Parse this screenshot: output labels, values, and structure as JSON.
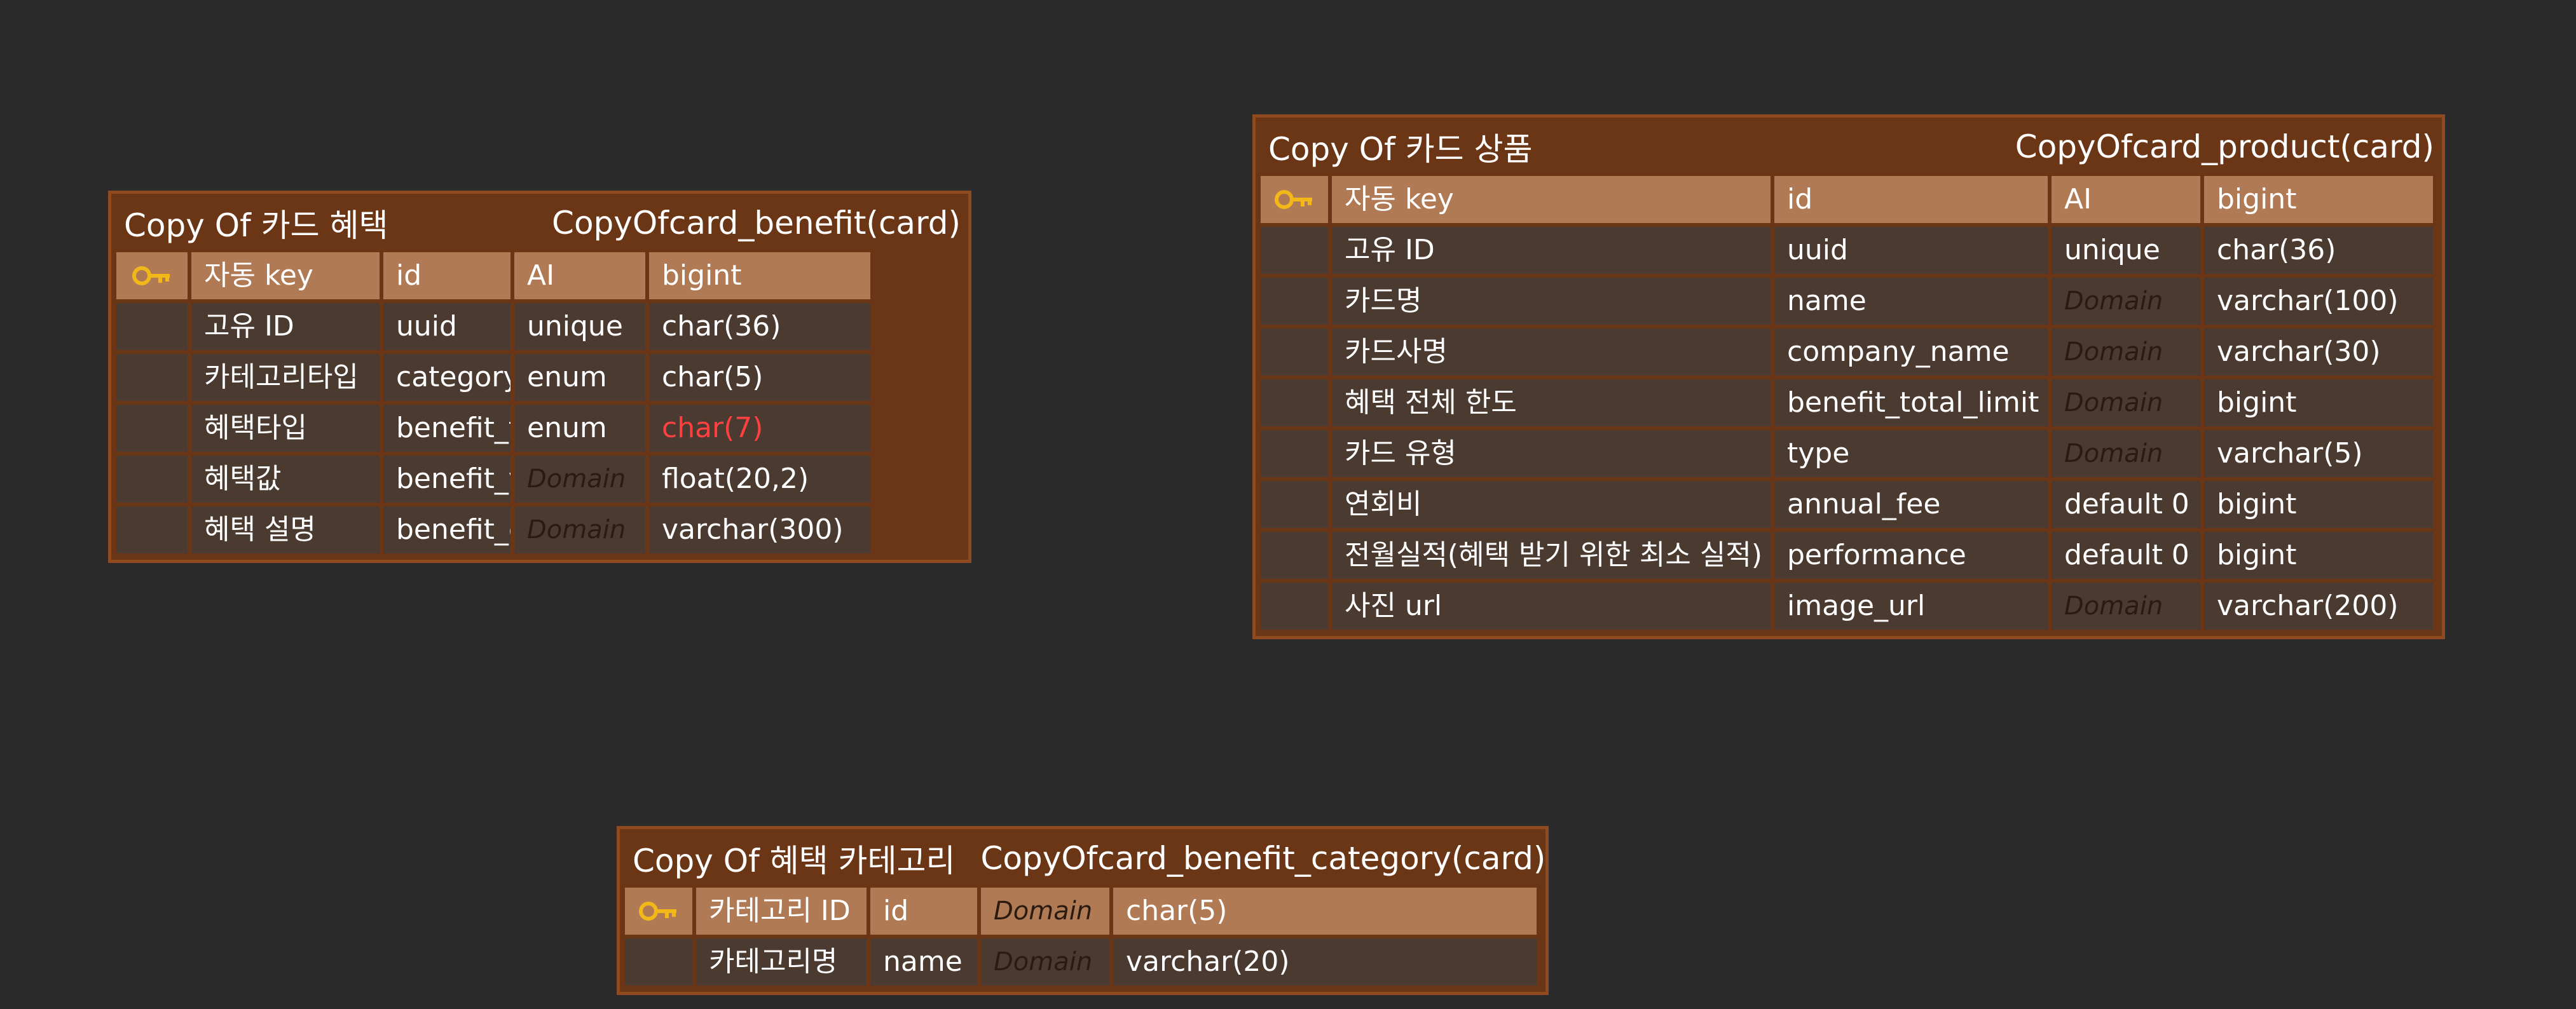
{
  "tables": {
    "card_benefit": {
      "title": "Copy Of 카드 혜택",
      "physical": "CopyOfcard_benefit(card)",
      "rows": [
        {
          "pk": true,
          "name": "자동 key",
          "column": "id",
          "option": "AI",
          "type": "bigint"
        },
        {
          "name": "고유 ID",
          "column": "uuid",
          "option": "unique",
          "type": "char(36)"
        },
        {
          "name": "카테고리타입",
          "column": "category_type",
          "option": "enum",
          "type": "char(5)"
        },
        {
          "name": "혜택타입",
          "column": "benefit_type",
          "option": "enum",
          "type": "char(7)",
          "type_error": true
        },
        {
          "name": "혜택값",
          "column": "benefit_value",
          "option": "Domain",
          "type": "float(20,2)",
          "option_is_domain": true
        },
        {
          "name": "혜택 설명",
          "column": "benefit_desc",
          "option": "Domain",
          "type": "varchar(300)",
          "option_is_domain": true
        }
      ]
    },
    "card_product": {
      "title": "Copy Of 카드 상품",
      "physical": "CopyOfcard_product(card)",
      "rows": [
        {
          "pk": true,
          "name": "자동 key",
          "column": "id",
          "option": "AI",
          "type": "bigint"
        },
        {
          "name": "고유 ID",
          "column": "uuid",
          "option": "unique",
          "type": "char(36)"
        },
        {
          "name": "카드명",
          "column": "name",
          "option": "Domain",
          "type": "varchar(100)",
          "option_is_domain": true
        },
        {
          "name": "카드사명",
          "column": "company_name",
          "option": "Domain",
          "type": "varchar(30)",
          "option_is_domain": true
        },
        {
          "name": "혜택 전체 한도",
          "column": "benefit_total_limit",
          "option": "Domain",
          "type": "bigint",
          "option_is_domain": true
        },
        {
          "name": "카드 유형",
          "column": "type",
          "option": "Domain",
          "type": "varchar(5)",
          "option_is_domain": true
        },
        {
          "name": "연회비",
          "column": "annual_fee",
          "option": "default 0",
          "type": "bigint"
        },
        {
          "name": "전월실적(혜택 받기 위한 최소 실적)",
          "column": "performance",
          "option": "default 0",
          "type": "bigint"
        },
        {
          "name": "사진 url",
          "column": "image_url",
          "option": "Domain",
          "type": "varchar(200)",
          "option_is_domain": true
        }
      ]
    },
    "benefit_category": {
      "title": "Copy Of 혜택 카테고리",
      "physical": "CopyOfcard_benefit_category(card)",
      "rows": [
        {
          "pk": true,
          "name": "카테고리 ID",
          "column": "id",
          "option": "Domain",
          "type": "char(5)",
          "option_is_domain": true
        },
        {
          "name": "카테고리명",
          "column": "name",
          "option": "Domain",
          "type": "varchar(20)",
          "option_is_domain": true
        }
      ]
    }
  },
  "icons": {
    "primary_key": "key-icon"
  },
  "colors": {
    "background": "#2b2b2b",
    "table_frame": "#6b3616",
    "table_border": "#8f4a1f",
    "pk_row": "#b07a55",
    "cell": "#4a3a30",
    "domain_text": "#2a1a10",
    "error_text": "#ff4040",
    "key_icon": "#f2b81a"
  }
}
